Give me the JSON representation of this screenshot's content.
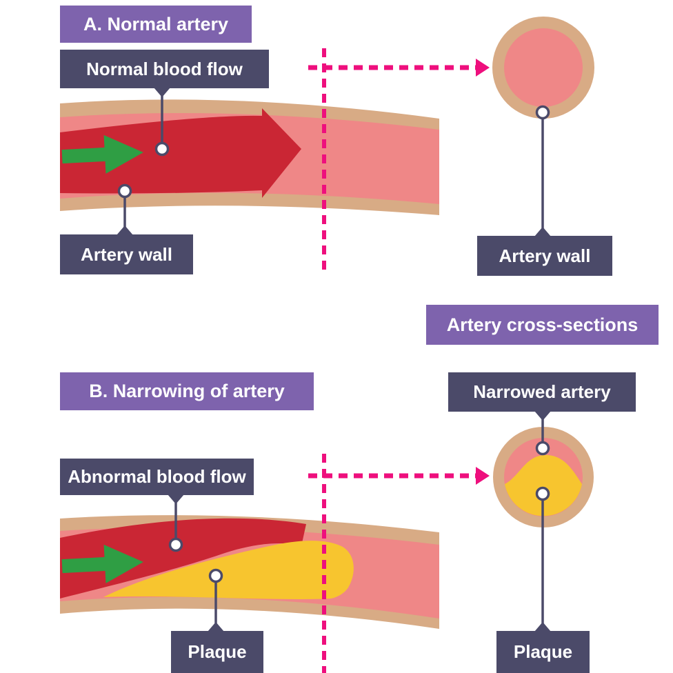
{
  "section_a": {
    "title": "A. Normal artery",
    "blood_flow_label": "Normal blood flow",
    "artery_wall_label": "Artery wall"
  },
  "section_b": {
    "title": "B. Narrowing of artery",
    "blood_flow_label": "Abnormal blood flow",
    "plaque_label": "Plaque"
  },
  "cross_sections": {
    "heading": "Artery cross-sections",
    "normal": {
      "artery_wall_label": "Artery wall"
    },
    "narrowed": {
      "label": "Narrowed artery",
      "plaque_label": "Plaque"
    }
  },
  "colors": {
    "purple_label_bg": "#7e63ad",
    "dark_label_bg": "#4b4a69",
    "label_text": "#ffffff",
    "artery_wall_tan": "#d8ab85",
    "artery_lumen_pink": "#ef8787",
    "blood_red": "#ca2634",
    "plaque_yellow": "#f7c52f",
    "flow_arrow_green": "#2f9e44",
    "section_line_magenta": "#ee0f7d",
    "leader_line": "#4b4a69"
  }
}
